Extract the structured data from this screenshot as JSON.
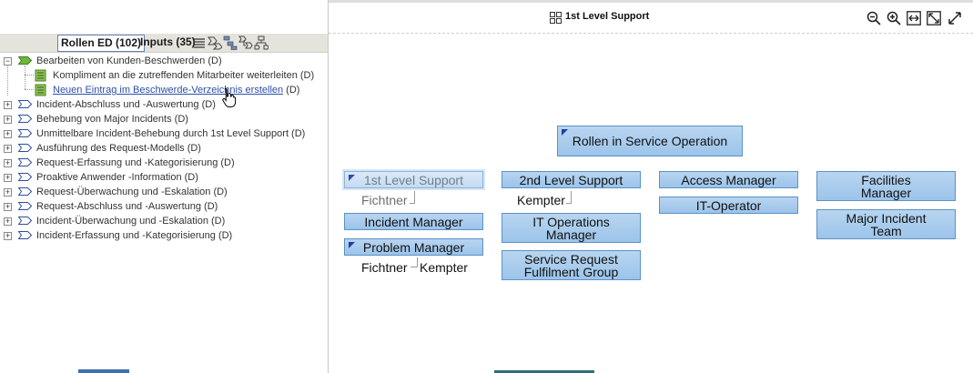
{
  "left_panel": {
    "tabs": {
      "rollen": "Rollen ED (102)",
      "inputs": "Inputs (35)"
    },
    "toolbar_icons": [
      "list-icon",
      "process-flow-icon",
      "org-chart-icon",
      "process-chain-icon",
      "hierarchy-icon"
    ],
    "tree": [
      {
        "label": "Bearbeiten von Kunden-Beschwerden (D)",
        "expanded": true,
        "children": [
          {
            "label": "Kompliment an die zutreffenden Mitarbeiter weiterleiten (D)"
          },
          {
            "link_text": "Neuen Eintrag im Beschwerde-Verzeichnis erstellen",
            "suffix": " (D)"
          }
        ]
      },
      {
        "label": "Incident-Abschluss und -Auswertung (D)"
      },
      {
        "label": "Behebung von Major Incidents (D)"
      },
      {
        "label": "Unmittelbare Incident-Behebung durch 1st Level Support (D)"
      },
      {
        "label": "Ausführung des Request-Modells (D)"
      },
      {
        "label": "Request-Erfassung und -Kategorisierung (D)"
      },
      {
        "label": "Proaktive Anwender -Information (D)"
      },
      {
        "label": "Request-Überwachung und -Eskalation (D)"
      },
      {
        "label": "Request-Abschluss und -Auswertung (D)"
      },
      {
        "label": "Incident-Überwachung und -Eskalation (D)"
      },
      {
        "label": "Incident-Erfassung und -Kategorisierung (D)"
      }
    ]
  },
  "right_panel": {
    "title": "1st Level Support",
    "controls": [
      "zoom-out-icon",
      "zoom-in-icon",
      "fit-width-icon",
      "fit-page-icon",
      "expand-icon"
    ],
    "org_chart": {
      "root": "Rollen in Service Operation",
      "columns": [
        {
          "roles": [
            {
              "name": "1st Level Support",
              "selected": true,
              "flag": true,
              "persons": [
                "Fichtner"
              ]
            },
            {
              "name": "Incident Manager"
            },
            {
              "name": "Problem Manager",
              "flag": true,
              "persons": [
                "Fichtner",
                "Kempter"
              ]
            }
          ]
        },
        {
          "roles": [
            {
              "name": "2nd Level Support",
              "persons": [
                "Kempter"
              ]
            },
            {
              "name": "IT Operations Manager"
            },
            {
              "name": "Service Request Fulfilment Group"
            }
          ]
        },
        {
          "roles": [
            {
              "name": "Access Manager"
            },
            {
              "name": "IT-Operator"
            }
          ]
        },
        {
          "roles": [
            {
              "name": "Facilities Manager"
            },
            {
              "name": "Major Incident Team"
            }
          ]
        }
      ]
    }
  },
  "colors": {
    "box_fill": "#a9cdef",
    "box_border": "#5b92c6",
    "flag": "#1e3ea0",
    "link": "#2d4fa8"
  }
}
